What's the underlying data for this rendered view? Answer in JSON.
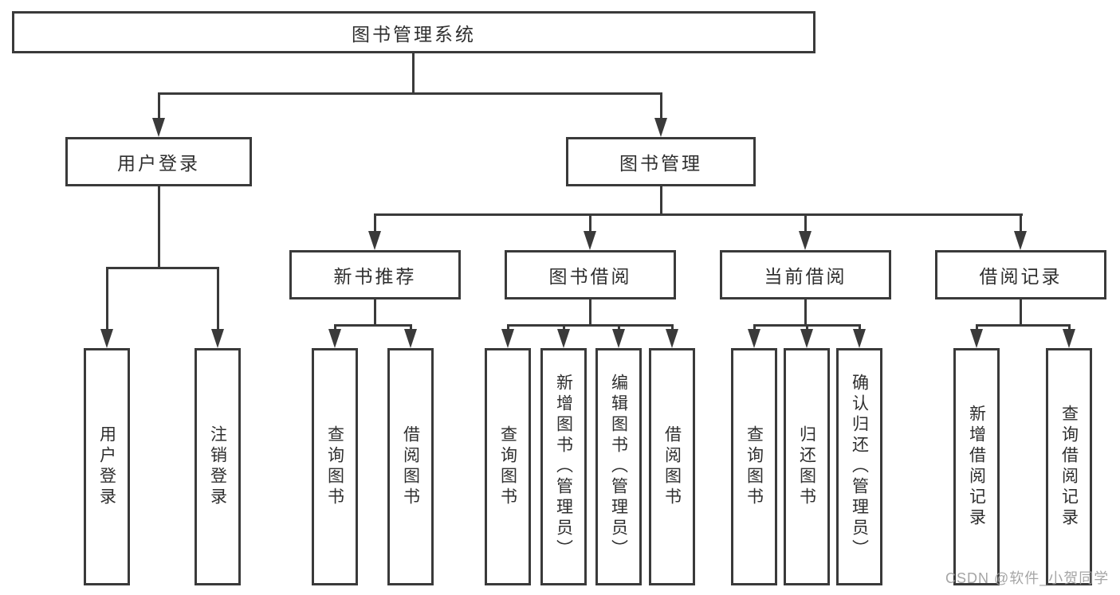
{
  "colors": {
    "line": "#3a3a3a",
    "text": "#2f2f2f",
    "watermark": "#9c9c9c",
    "background": "#ffffff"
  },
  "diagram": {
    "type": "hierarchy-tree",
    "root": "图书管理系统",
    "branches": [
      {
        "label": "用户登录",
        "children": [
          {
            "label": "用户登录"
          },
          {
            "label": "注销登录"
          }
        ]
      },
      {
        "label": "图书管理",
        "children": [
          {
            "label": "新书推荐",
            "children": [
              {
                "label": "查询图书"
              },
              {
                "label": "借阅图书"
              }
            ]
          },
          {
            "label": "图书借阅",
            "children": [
              {
                "label": "查询图书"
              },
              {
                "label": "新增图书（管理员）"
              },
              {
                "label": "编辑图书（管理员）"
              },
              {
                "label": "借阅图书"
              }
            ]
          },
          {
            "label": "当前借阅",
            "children": [
              {
                "label": "查询图书"
              },
              {
                "label": "归还图书"
              },
              {
                "label": "确认归还（管理员）"
              }
            ]
          },
          {
            "label": "借阅记录",
            "children": [
              {
                "label": "新增借阅记录"
              },
              {
                "label": "查询借阅记录"
              }
            ]
          }
        ]
      }
    ]
  },
  "watermark": {
    "text": "CSDN @软件_小贺同学"
  }
}
